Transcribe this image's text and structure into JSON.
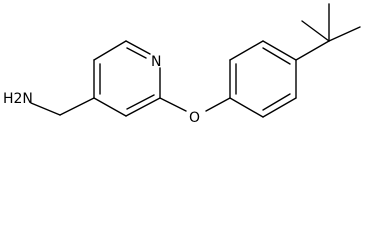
{
  "structure": {
    "atoms": {
      "amine": "H2N",
      "pyridine_nitrogen": "N",
      "ether_oxygen": "O"
    }
  }
}
